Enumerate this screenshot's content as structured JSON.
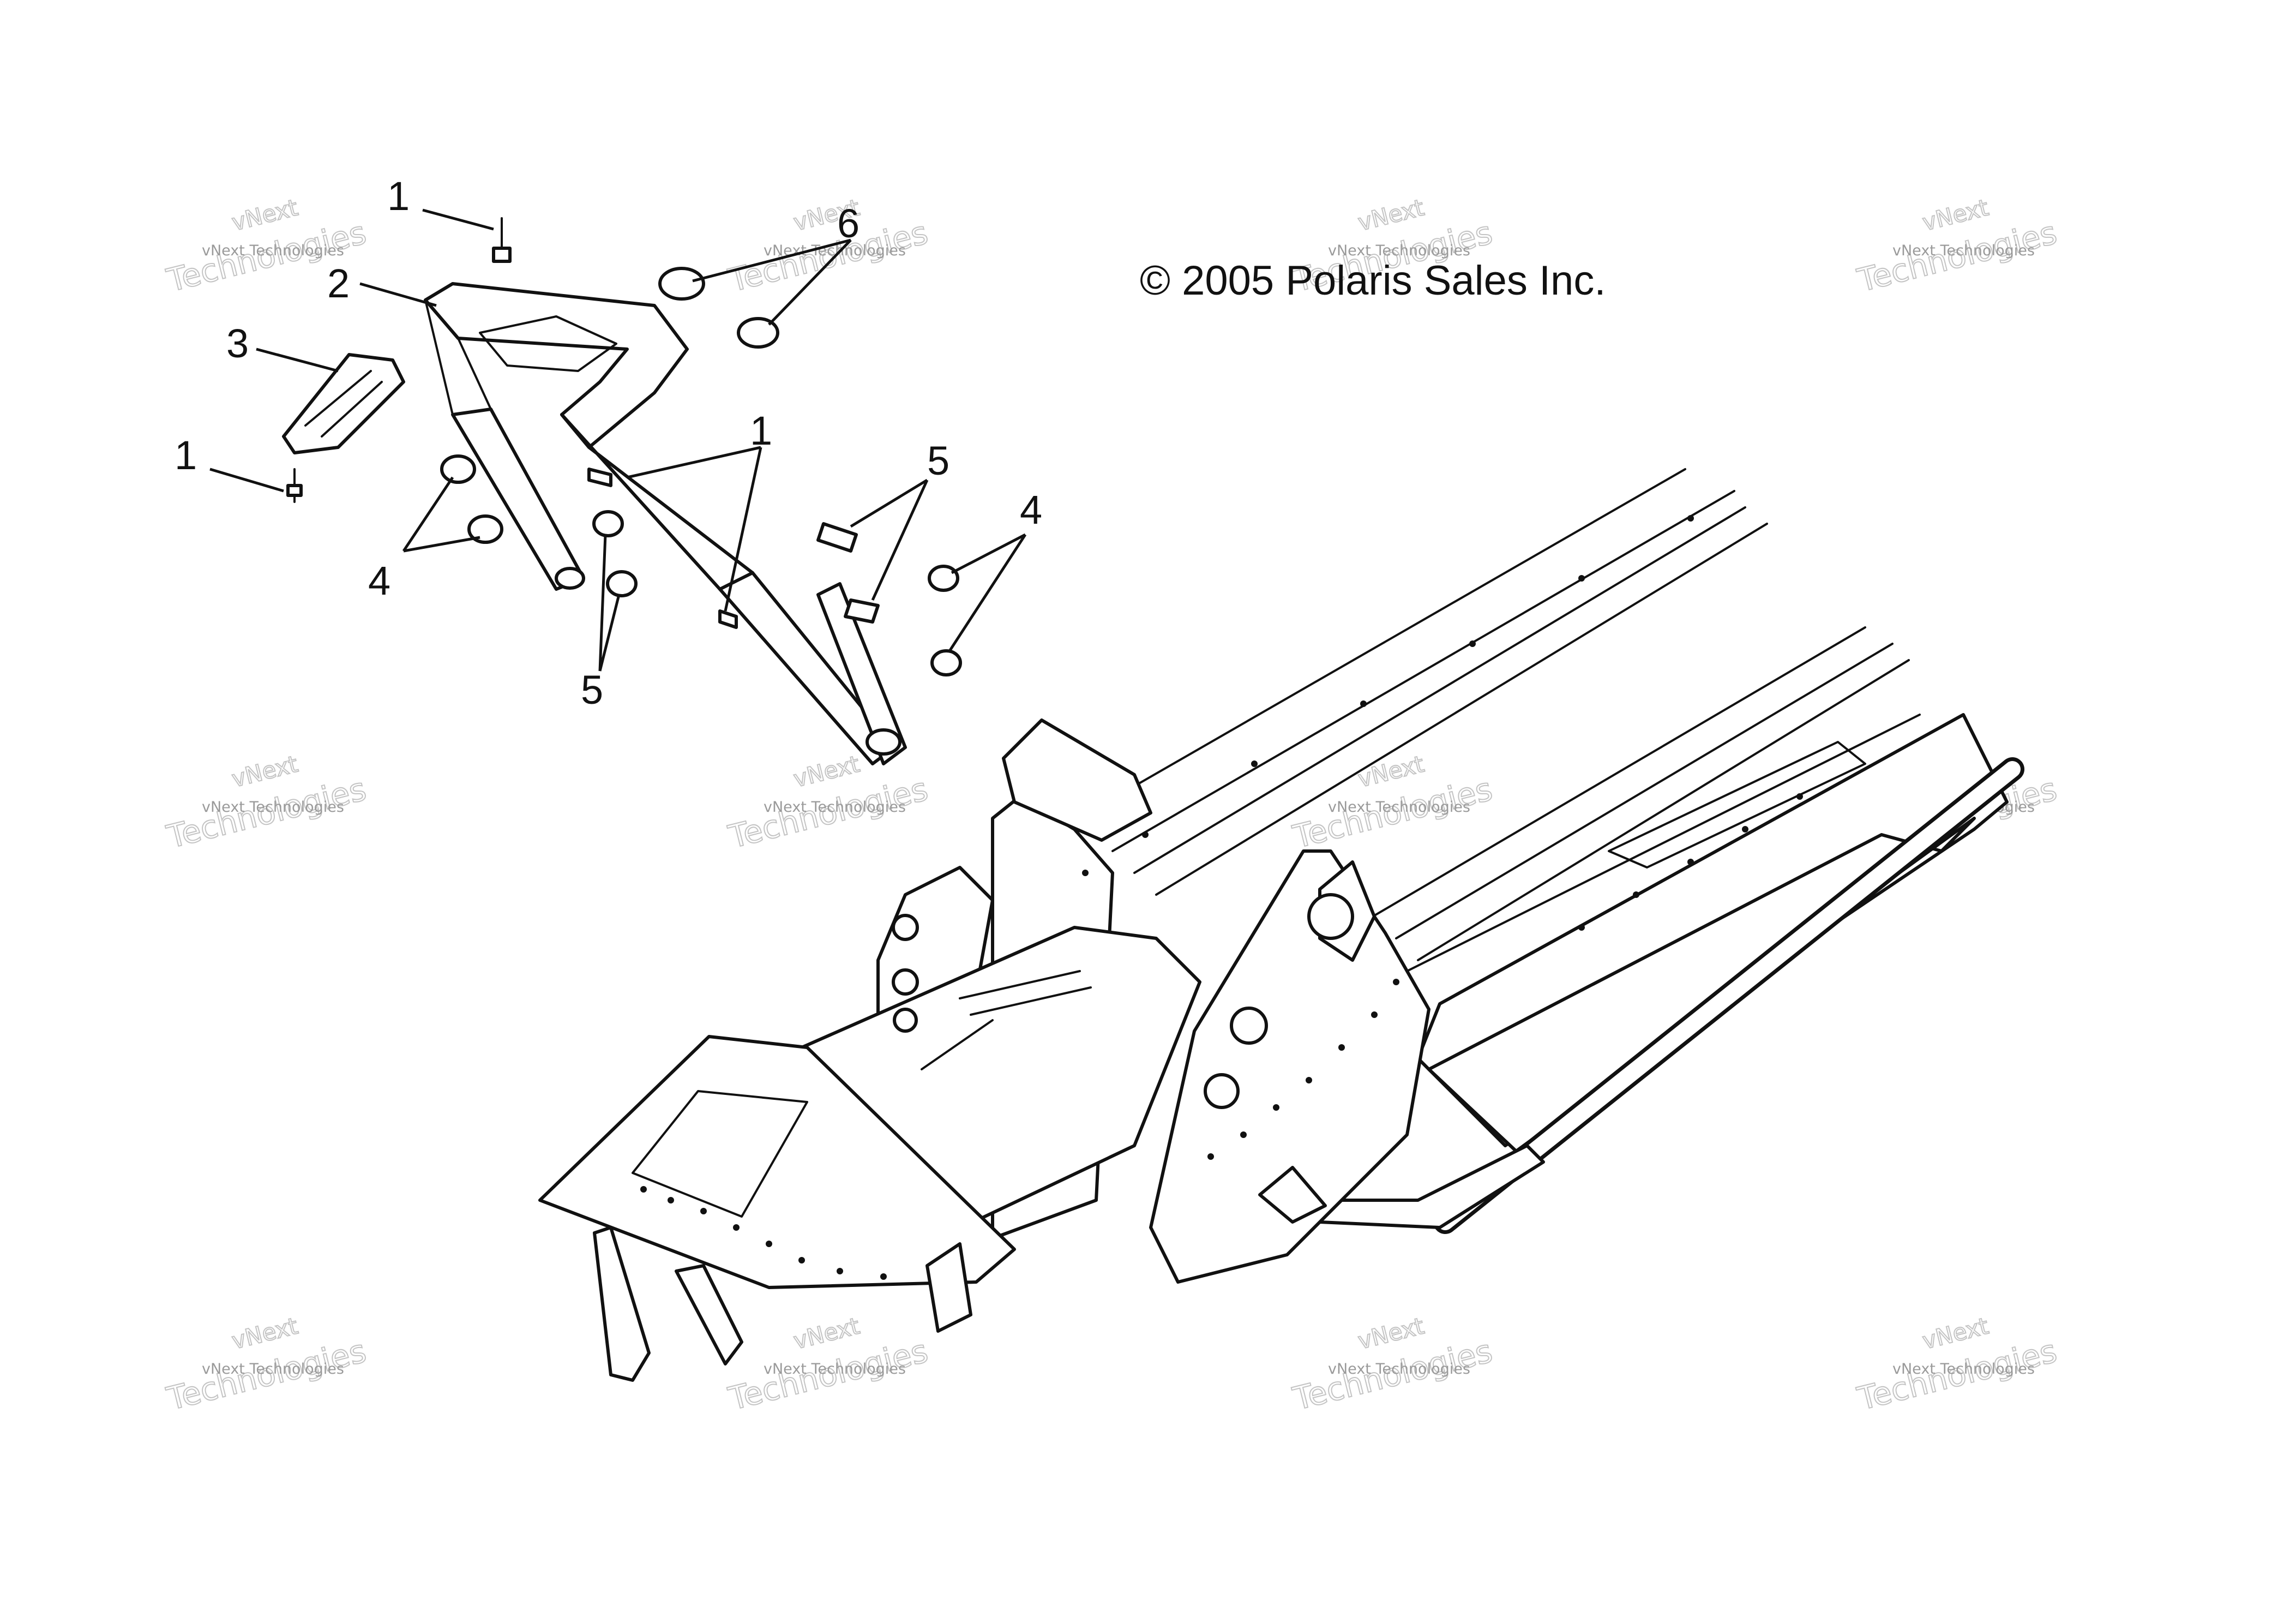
{
  "copyright": "© 2005 Polaris Sales Inc.",
  "callouts": [
    {
      "id": "c1a",
      "label": "1"
    },
    {
      "id": "c2",
      "label": "2"
    },
    {
      "id": "c3",
      "label": "3"
    },
    {
      "id": "c1b",
      "label": "1"
    },
    {
      "id": "c4a",
      "label": "4"
    },
    {
      "id": "c1c",
      "label": "1"
    },
    {
      "id": "c6",
      "label": "6"
    },
    {
      "id": "c5a",
      "label": "5"
    },
    {
      "id": "c5b",
      "label": "5"
    },
    {
      "id": "c4b",
      "label": "4"
    }
  ],
  "watermark": {
    "name": "vNext Technologies",
    "line1": "vNext",
    "line2": "Technologies"
  }
}
